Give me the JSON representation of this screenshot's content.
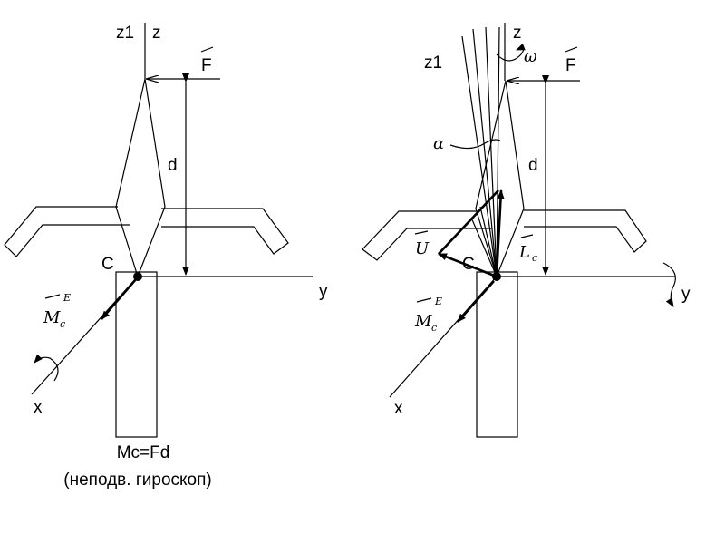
{
  "left": {
    "z1": "z1",
    "z": "z",
    "F": "F",
    "d": "d",
    "C": "C",
    "y": "y",
    "x": "x",
    "M": "M",
    "M_sub": "c",
    "M_sup": "E"
  },
  "right": {
    "z1": "z1",
    "z": "z",
    "omega": "ω",
    "F": "F",
    "d": "d",
    "alpha": "α",
    "U": "U",
    "L": "L",
    "L_sub": "c",
    "C": "C",
    "y": "y",
    "x": "x",
    "M": "M",
    "M_sub": "c",
    "M_sup": "E"
  },
  "caption": {
    "line1": "Mc=Fd",
    "line2": "(неподв. гироскоп)"
  }
}
